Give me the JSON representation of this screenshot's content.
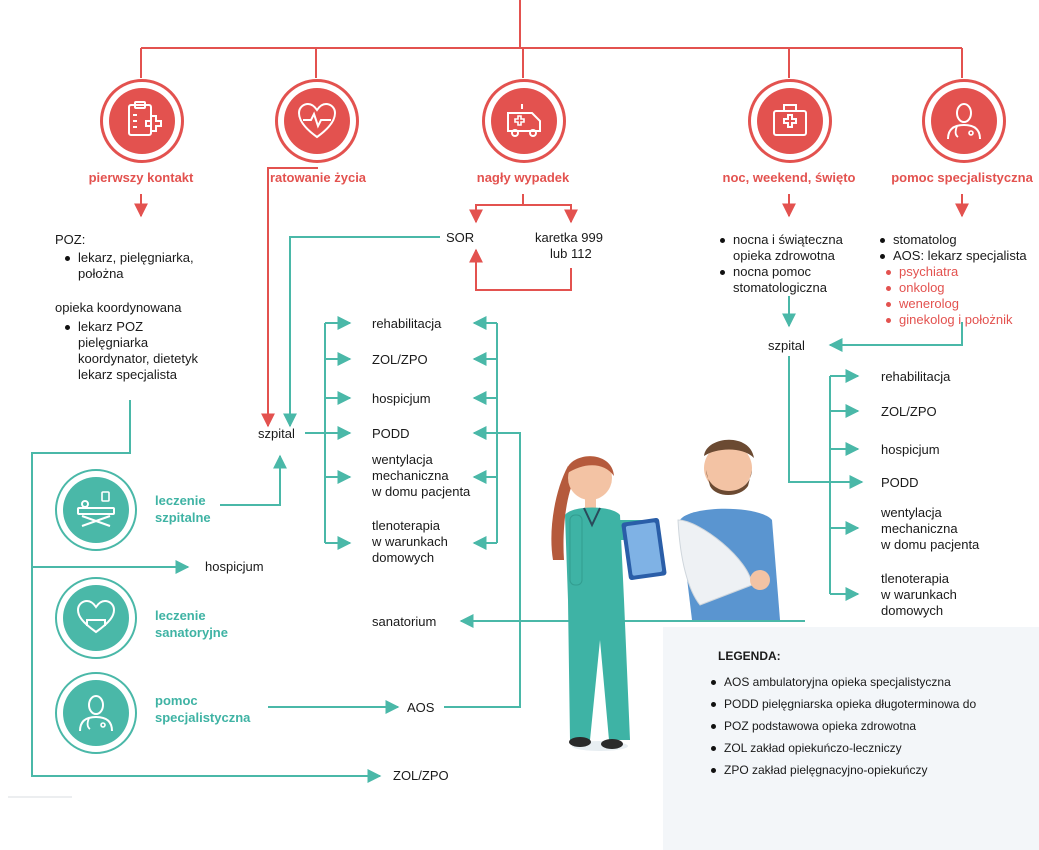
{
  "colors": {
    "red": "#e3524f",
    "teal": "#4ab8a8",
    "legend_bg": "#f3f6f9"
  },
  "categories": [
    {
      "label": "pierwszy kontakt",
      "icon": "clipboard-medical-icon"
    },
    {
      "label": "ratowanie życia",
      "icon": "heart-pulse-icon"
    },
    {
      "label": "nagły wypadek",
      "icon": "ambulance-icon"
    },
    {
      "label": "noc, weekend, święto",
      "icon": "first-aid-kit-icon"
    },
    {
      "label": "pomoc specjalistyczna",
      "icon": "doctor-icon"
    }
  ],
  "poz": {
    "title": "POZ:",
    "items": [
      "lekarz, pielęgniarka,",
      "położna"
    ],
    "coord_title": "opieka koordynowana",
    "coord_items": [
      "lekarz POZ",
      "pielęgniarka",
      "koordynator, dietetyk",
      "lekarz specjalista"
    ]
  },
  "emergency": {
    "sor": "SOR",
    "ambulance": [
      "karetka 999",
      "lub 112"
    ]
  },
  "center": {
    "hospital": "szpital",
    "services": [
      "rehabilitacja",
      "ZOL/ZPO",
      "hospicjum",
      "PODD"
    ],
    "ventilation": [
      "wentylacja",
      "mechaniczna",
      "w domu pacjenta"
    ],
    "oxygen": [
      "tlenoterapia",
      "w warunkach",
      "domowych"
    ],
    "sanatorium": "sanatorium",
    "aos": "AOS",
    "zol": "ZOL/ZPO",
    "hospice": "hospicjum"
  },
  "left_circles": [
    {
      "label": [
        "leczenie",
        "szpitalne"
      ],
      "icon": "hospital-bed-icon"
    },
    {
      "label": [
        "leczenie",
        "sanatoryjne"
      ],
      "icon": "heart-hands-icon"
    },
    {
      "label": [
        "pomoc",
        "specjalistyczna"
      ],
      "icon": "specialist-icon"
    }
  ],
  "night": {
    "items": [
      [
        "nocna i świąteczna",
        "opieka zdrowotna"
      ],
      [
        "nocna pomoc",
        "stomatologiczna"
      ]
    ]
  },
  "specialist": {
    "items": [
      "stomatolog",
      "AOS: lekarz specjalista"
    ],
    "sub_items": [
      "psychiatra",
      "onkolog",
      "wenerolog",
      "ginekolog i położnik"
    ]
  },
  "right": {
    "hospital": "szpital",
    "services": [
      "rehabilitacja",
      "ZOL/ZPO",
      "hospicjum",
      "PODD"
    ],
    "ventilation": [
      "wentylacja",
      "mechaniczna",
      "w domu pacjenta"
    ],
    "oxygen": [
      "tlenoterapia",
      "w warunkach",
      "domowych"
    ]
  },
  "legend": {
    "title": "LEGENDA:",
    "items": [
      "AOS ambulatoryjna opieka specjalistyczna",
      "PODD pielęgniarska opieka długoterminowa do",
      "POZ podstawowa opieka zdrowotna",
      "ZOL zakład opiekuńczo-leczniczy",
      "ZPO zakład pielęgnacyjno-opiekuńczy"
    ]
  }
}
